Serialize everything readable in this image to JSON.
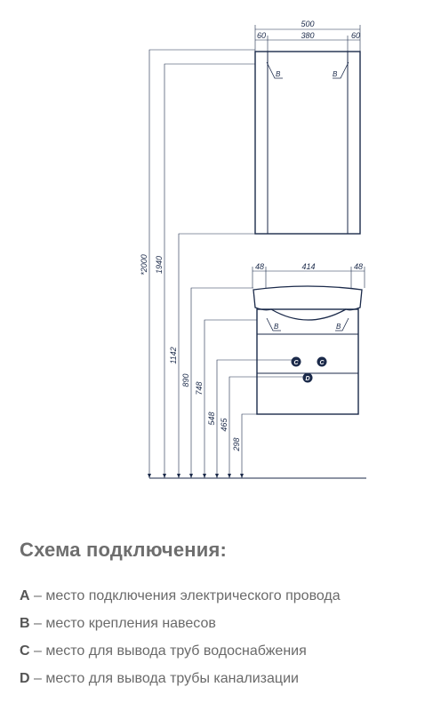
{
  "drawing": {
    "mirror_width": "500",
    "mirror_side_left": "60",
    "mirror_center": "380",
    "mirror_side_right": "60",
    "sink_side_left": "48",
    "sink_center": "414",
    "sink_side_right": "48",
    "height_total": "*2000",
    "height_mirror_bottom": "1940",
    "height_sink_top": "1142",
    "height_890": "890",
    "height_748": "748",
    "height_548": "548",
    "height_465": "465",
    "height_298": "298",
    "mark_b": "B",
    "mark_c": "C",
    "mark_d": "D",
    "line_color": "#1b2a4a",
    "dot_color": "#1b2a4a"
  },
  "legend": {
    "title": "Схема подключения:",
    "items": [
      {
        "key": "A",
        "text": " – место подключения электрического провода"
      },
      {
        "key": "B",
        "text": " – место крепления навесов"
      },
      {
        "key": "C",
        "text": " – место для вывода труб водоснабжения"
      },
      {
        "key": "D",
        "text": " – место для вывода трубы канализации"
      }
    ]
  }
}
